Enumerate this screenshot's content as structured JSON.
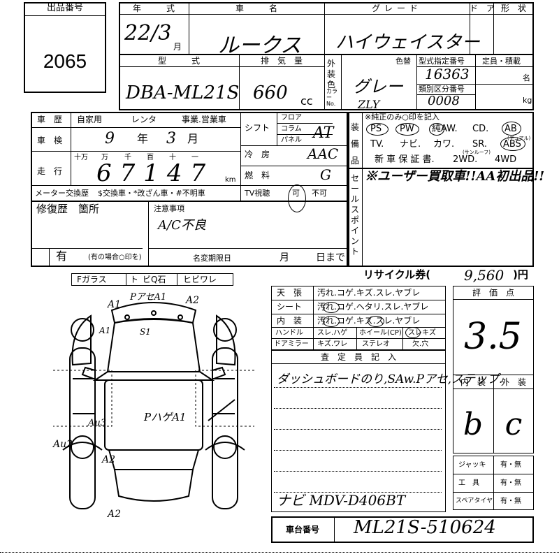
{
  "lot": {
    "label": "出品番号",
    "value": "2065"
  },
  "year": {
    "label": "年　　　式",
    "value": "22/3",
    "month_unit": "月"
  },
  "car_name": {
    "label": "車　　　名",
    "value": "ルークス"
  },
  "grade": {
    "label": "グレード",
    "value": "ハイウェイスター"
  },
  "door_label": "ド　ア",
  "shape_label": "形　状",
  "model": {
    "label": "型　　　式",
    "value": "DBA-ML21S"
  },
  "displacement": {
    "label": "排　気　量",
    "value": "660",
    "unit": "cc"
  },
  "exterior": {
    "label": "外装色",
    "sub_label": "カラーNo.",
    "color_label": "色替",
    "color": "グレー",
    "color_no": "ZLY"
  },
  "type_cert": {
    "label": "型式指定番号",
    "value": "16363"
  },
  "class_no": {
    "label": "類別区分番号",
    "value": "0008"
  },
  "capacity": {
    "label": "定員・積載",
    "unit1": "名",
    "unit2": "kg"
  },
  "history": {
    "label": "車　歴",
    "options": [
      "自家用",
      "レンタ",
      "事業.営業車"
    ]
  },
  "inspection": {
    "label": "車　検",
    "year": "9",
    "year_unit": "年",
    "month": "3",
    "month_unit": "月"
  },
  "mileage": {
    "label": "走　行",
    "digit_labels": [
      "十万",
      "万",
      "千",
      "百",
      "十",
      "一"
    ],
    "value": "67147",
    "unit": "km"
  },
  "meter": {
    "label": "メーター交換歴",
    "text": "$交換車・*改ざん車・#不明車"
  },
  "shift": {
    "label": "シフト",
    "options": [
      "フロア",
      "コラム",
      "パネル"
    ],
    "value": "AT"
  },
  "ac": {
    "label": "冷　房",
    "value": "AAC"
  },
  "fuel": {
    "label": "燃　料",
    "value": "G"
  },
  "tv": {
    "label": "TV視聴",
    "yes": "可",
    "no": "不可"
  },
  "equipment": {
    "label": "装備品",
    "note": "※純正のみ○印を記入",
    "row1": [
      "PS",
      "PW",
      "純AW.",
      "CD.",
      "AB",
      "(デュアル)"
    ],
    "row2": [
      "TV.",
      "ナビ.",
      "カワ.",
      "SR.",
      "ABS",
      "(サンルーフ)"
    ],
    "row3": [
      "新 車 保 証 書.",
      "2WD.",
      "4WD"
    ]
  },
  "sales_point": {
    "label": "セールスポイント",
    "text": "※ユーザー買取車!!AA初出品!!"
  },
  "repair": {
    "label": "修復歴　箇所",
    "value": "有",
    "note": "(有の場合○印を)"
  },
  "caution": {
    "label": "注意事項",
    "text": "A/C不良"
  },
  "name_change": {
    "label": "名変期限日",
    "month": "月",
    "day": "日まで"
  },
  "recycle": {
    "label": "リサイクル券(",
    "value": "9,560",
    "unit": ")円"
  },
  "glass": {
    "label": "Fガラス",
    "items": [
      "ト",
      "ビQ石",
      "ヒビワレ"
    ]
  },
  "diagram_marks": [
    "PアセA1",
    "A2",
    "A1",
    "S1",
    "A1",
    "PハゲA1",
    "Au3",
    "Au2",
    "A2",
    "A2"
  ],
  "interior_table": {
    "rows": [
      {
        "label": "天　張",
        "text": "汚れ.コゲ.キズ.スレ.ヤブレ"
      },
      {
        "label": "シート",
        "text": "汚れ.コゲ.ヘタリ.スレ.ヤブレ"
      },
      {
        "label": "内　装",
        "text": "汚れ.コゲ.キズ.スレ.ヤブレ"
      }
    ],
    "row4": [
      "ハンドル",
      "スレ.ハゲ",
      "ホイール(CP)",
      "スレ",
      "キズ"
    ],
    "row5": [
      "ドアミラー",
      "キズ.ワレ",
      "ステレオ",
      "欠.穴"
    ]
  },
  "inspector": {
    "label": "査　定　員　記　入",
    "lines": [
      "ダッシュボードのり,SAw.Pアセ,ステップ.",
      "",
      "",
      "",
      "",
      "ナビ MDV-D406BT"
    ]
  },
  "score": {
    "label": "評　価　点",
    "value": "3.5",
    "interior_label": "内　装",
    "exterior_label": "外　装",
    "interior": "b",
    "exterior": "c"
  },
  "accessories": [
    {
      "label": "ジャッキ",
      "value": "有・無"
    },
    {
      "label": "工　具",
      "value": "有・無"
    },
    {
      "label": "スペアタイヤ",
      "value": "有・無"
    }
  ],
  "chassis": {
    "label": "車台番号",
    "value": "ML21S-510624"
  }
}
